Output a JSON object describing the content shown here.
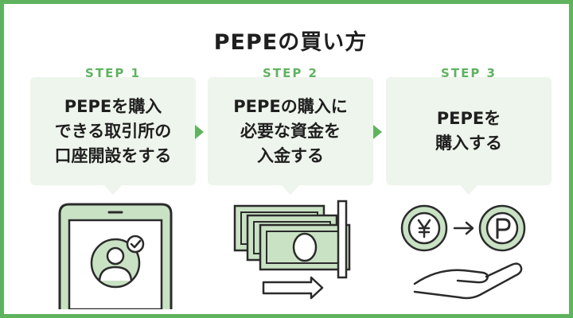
{
  "title": "PEPEの買い方",
  "steps": [
    {
      "label": "STEP 1",
      "text": "PEPEを購入\nできる取引所の\n口座開設をする",
      "icon": "smartphone-user-verified-icon"
    },
    {
      "label": "STEP 2",
      "text": "PEPEの購入に\n必要な資金を\n入金する",
      "icon": "banknotes-transfer-icon"
    },
    {
      "label": "STEP 3",
      "text": "PEPEを\n購入する",
      "icon": "yen-to-coin-exchange-icon"
    }
  ],
  "colors": {
    "accent": "#5fb35f",
    "card": "#eef5ec",
    "icon_fill": "#c9e2c4",
    "outline": "#2b2b2b"
  }
}
